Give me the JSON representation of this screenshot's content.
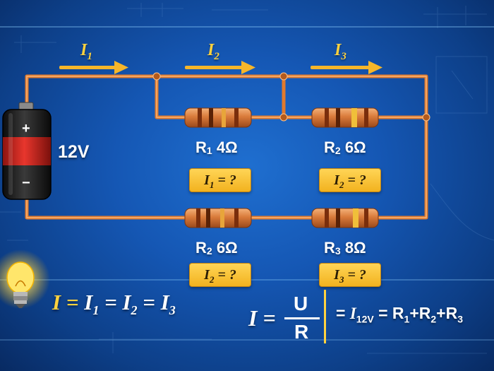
{
  "battery": {
    "voltage_label": "12V",
    "plus": "+",
    "minus": "−"
  },
  "currents": [
    {
      "sym": "I",
      "sub": "1"
    },
    {
      "sym": "I",
      "sub": "2"
    },
    {
      "sym": "I",
      "sub": "3"
    }
  ],
  "resistors": [
    {
      "sym": "R",
      "sub": "1",
      "value": "4Ω",
      "question_sym": "I",
      "question_sub": "1",
      "question_tail": " = ?"
    },
    {
      "sym": "R",
      "sub": "2",
      "value": "6Ω",
      "question_sym": "I",
      "question_sub": "2",
      "question_tail": " = ?"
    },
    {
      "sym": "R",
      "sub": "2",
      "value": "6Ω",
      "question_sym": "I",
      "question_sub": "2",
      "question_tail": " = ?"
    },
    {
      "sym": "R",
      "sub": "3",
      "value": "8Ω",
      "question_sym": "I",
      "question_sub": "3",
      "question_tail": " = ?"
    }
  ],
  "formula_series": {
    "a": "I = ",
    "b": "I",
    "b_sub": "1",
    "c": " = I",
    "c_sub": "2",
    "d": " = I",
    "d_sub": "3"
  },
  "formula_ohm": {
    "lhs": "I =",
    "num": "U",
    "den": "R"
  },
  "formula_sum": {
    "a": "= ",
    "b": "I",
    "b_sub": "12V",
    "c": " = R",
    "c_sub1": "1",
    "d": "+R",
    "d_sub2": "2",
    "e": "+R",
    "e_sub3": "3"
  },
  "colors": {
    "wire": "#e07a2e",
    "arrow": "#f6b62a",
    "badge": "#f7c23a",
    "battery_red": "#c8231f",
    "background": "#1557b4"
  }
}
